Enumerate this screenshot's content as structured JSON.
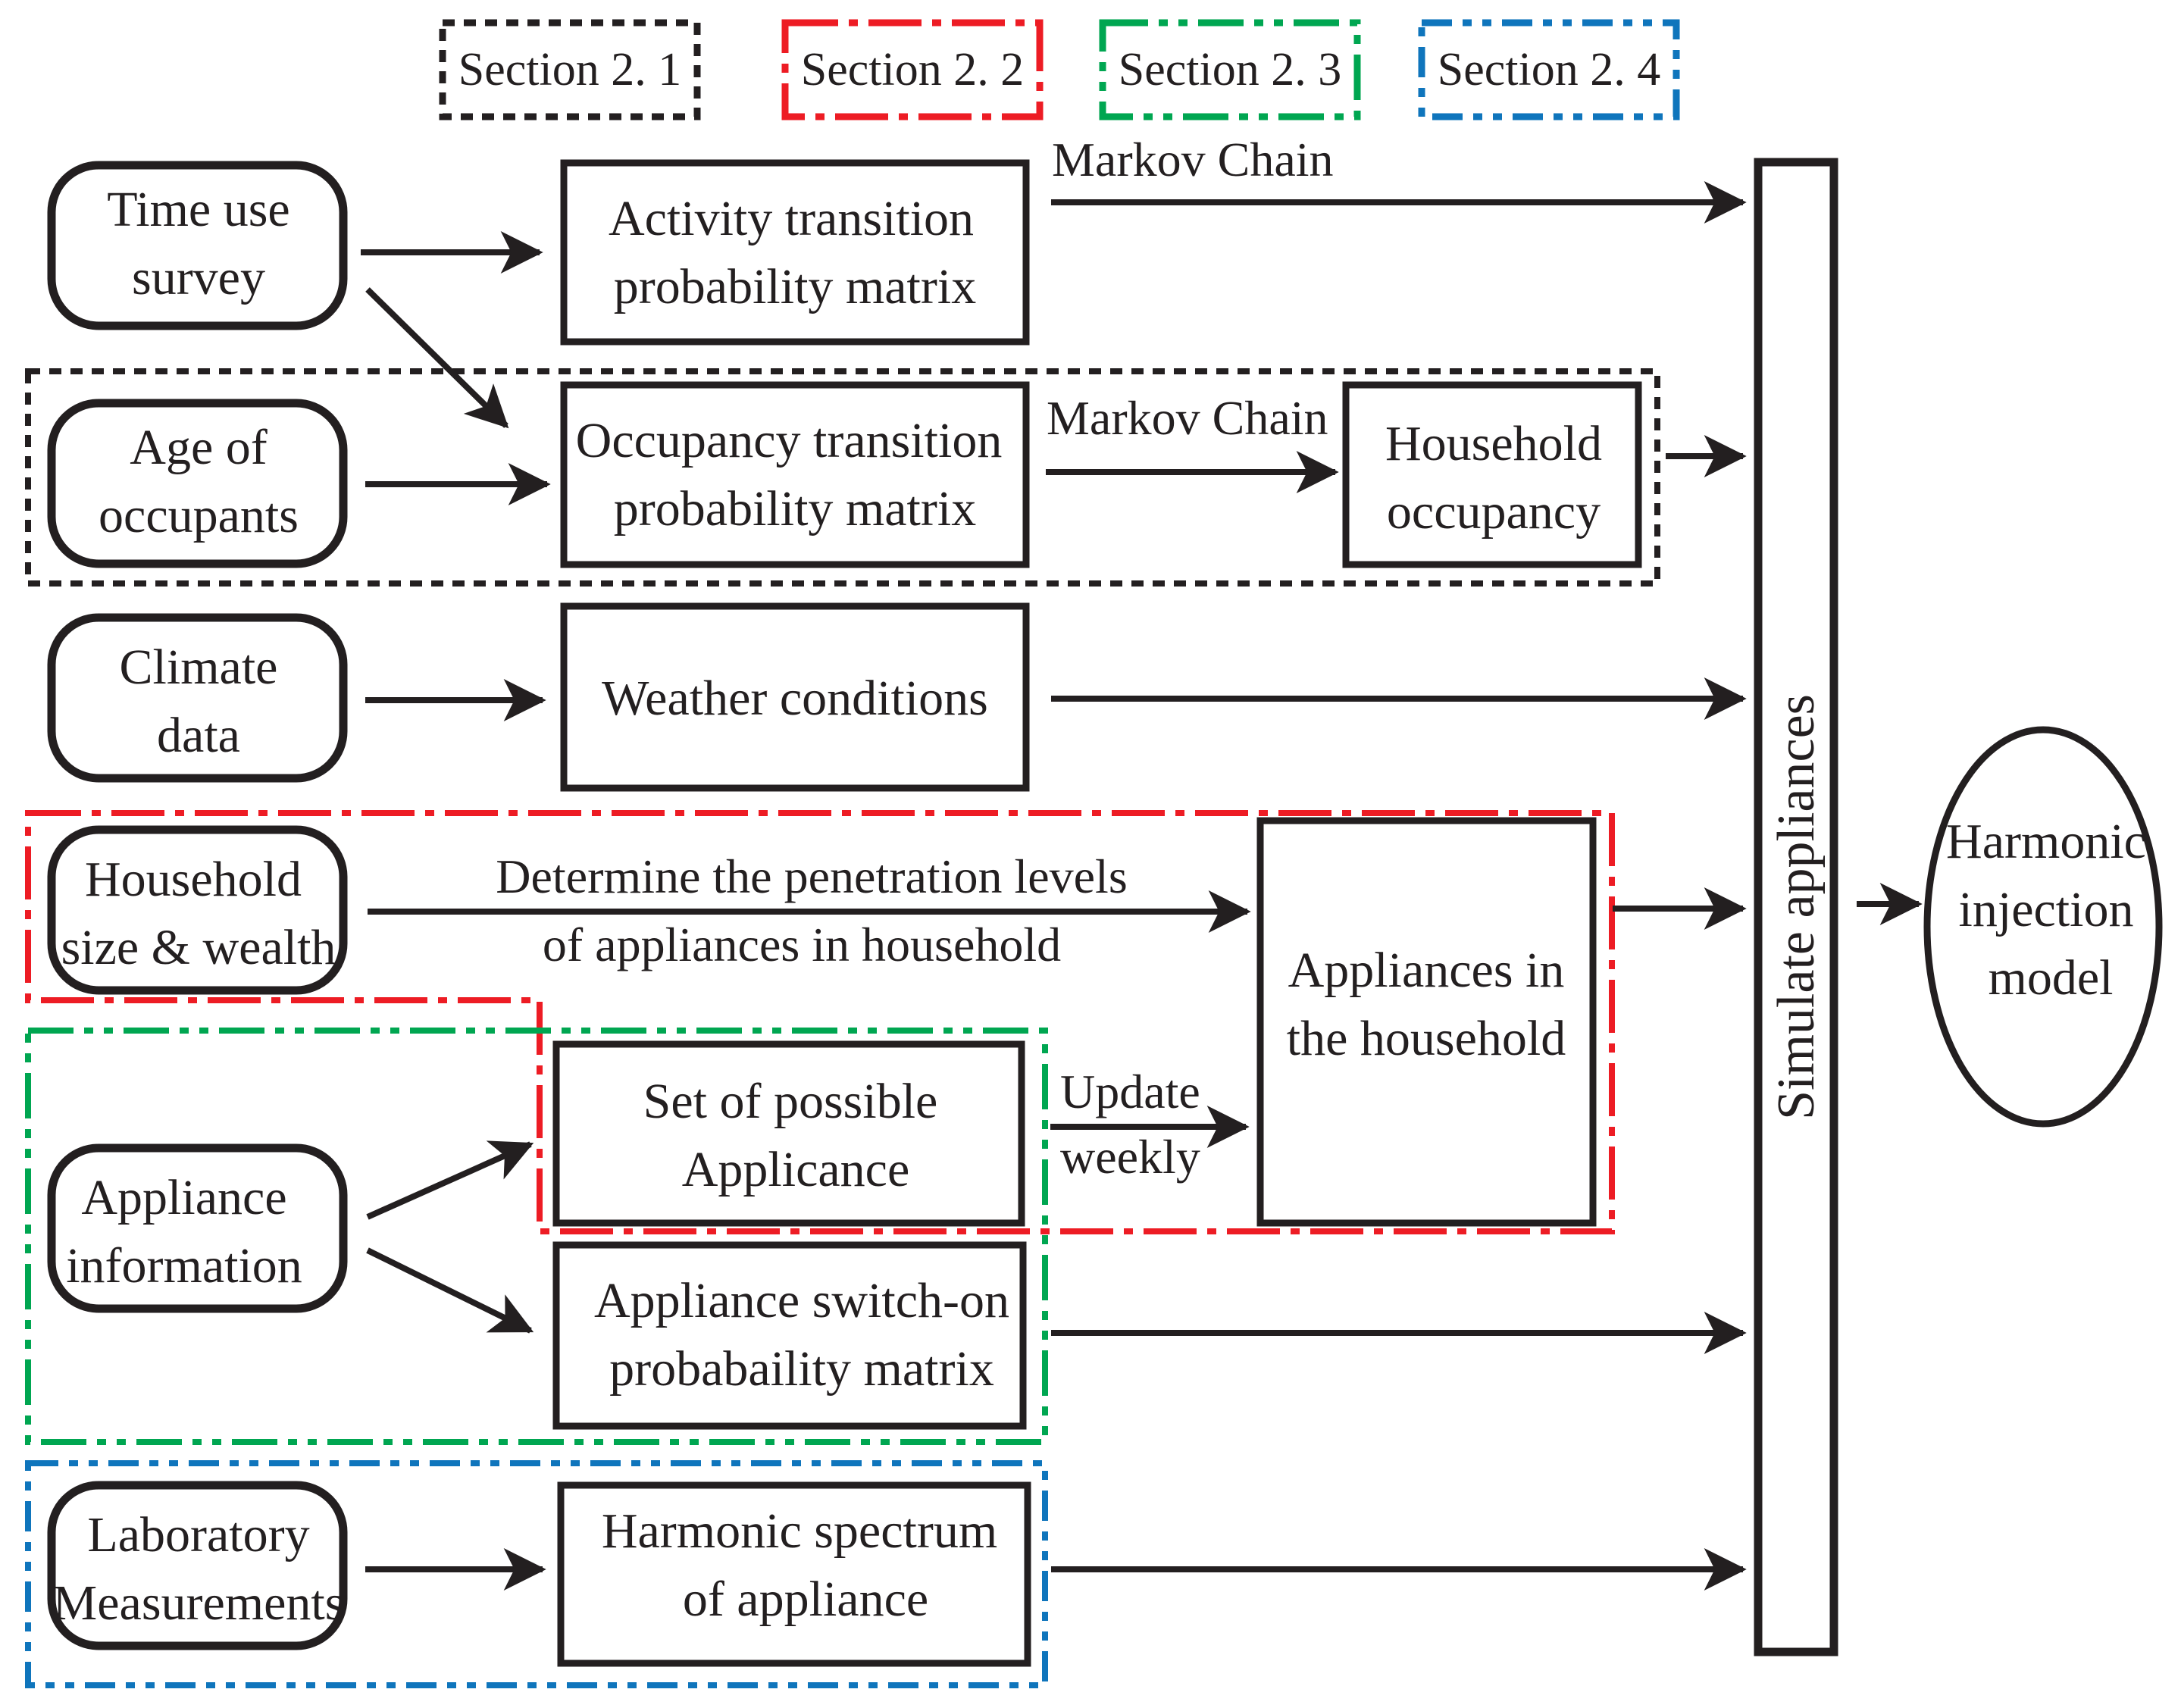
{
  "legend": [
    {
      "id": "sec21",
      "label": "Section 2. 1",
      "color": "#231f20",
      "style": "dashed"
    },
    {
      "id": "sec22",
      "label": "Section 2. 2",
      "color": "#ed1c24",
      "style": "dash-dot"
    },
    {
      "id": "sec23",
      "label": "Section 2. 3",
      "color": "#00a651",
      "style": "dash-dot-dot"
    },
    {
      "id": "sec24",
      "label": "Section 2. 4",
      "color": "#0f75bc",
      "style": "dash-dot-dot"
    }
  ],
  "inputs": {
    "time_use": [
      "Time use",
      "survey"
    ],
    "age": [
      "Age of",
      "occupants"
    ],
    "climate": [
      "Climate",
      "data"
    ],
    "household": [
      "Household",
      "size & wealth"
    ],
    "appliance_info": [
      "Appliance",
      "information"
    ],
    "lab": [
      "Laboratory",
      "Measurements"
    ]
  },
  "processes": {
    "activity": [
      "Activity transition",
      "probability matrix"
    ],
    "occupancy": [
      "Occupancy transition",
      "probability matrix"
    ],
    "household_occupancy": [
      "Household",
      "occupancy"
    ],
    "weather": [
      "Weather conditions"
    ],
    "set_possible": [
      "Set of possible",
      "Applicance"
    ],
    "appliances_household": [
      "Appliances in",
      "the household"
    ],
    "switch_on": [
      "Appliance switch-on",
      "probabaility matrix"
    ],
    "harmonic_spectrum": [
      "Harmonic spectrum",
      "of appliance"
    ]
  },
  "edge_labels": {
    "markov_1": "Markov Chain",
    "markov_2": "Markov Chain",
    "penetration": [
      "Determine the penetration levels",
      "of appliances in household"
    ],
    "update": [
      "Update",
      "weekly"
    ]
  },
  "simulate": "Simulate appliances",
  "output": [
    "Harmonic",
    "injection",
    "model"
  ]
}
